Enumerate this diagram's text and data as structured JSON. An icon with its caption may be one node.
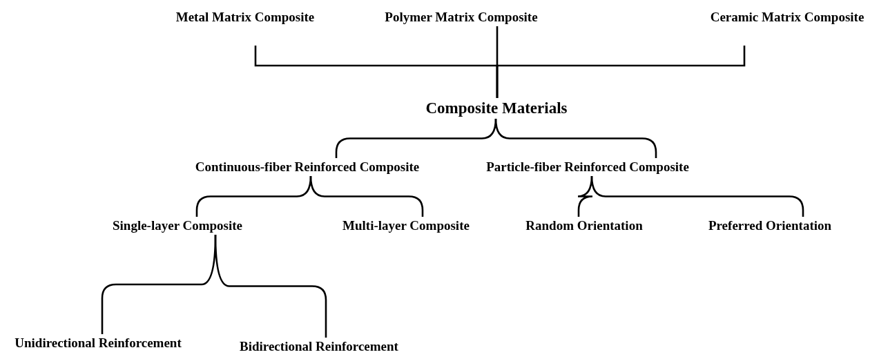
{
  "diagram": {
    "nodes": [
      {
        "text": [
          "Metal Matrix Composite"
        ]
      },
      {
        "text": [
          "Polymer Matrix Composite"
        ]
      },
      {
        "text": [
          "Ceramic Matrix Composite"
        ]
      },
      {
        "text": [
          "Composite Materials"
        ]
      },
      {
        "text": [
          "Continuous-fiber Reinforced Composite"
        ]
      },
      {
        "text": [
          "Particle-fiber Reinforced Composite"
        ]
      },
      {
        "text": [
          "Single-layer Composite"
        ]
      },
      {
        "text": [
          "Multi-layer Composite"
        ]
      },
      {
        "text": [
          "Random Orientation"
        ]
      },
      {
        "text": [
          "Preferred Orientation"
        ]
      },
      {
        "text": [
          "Unidirectional Reinforcement"
        ]
      },
      {
        "text": [
          "Bidirectional Reinforcement"
        ]
      }
    ],
    "edges": [
      {
        "from": 3,
        "to": 0,
        "arrow": "none"
      },
      {
        "from": 3,
        "to": 1,
        "arrow": "none"
      },
      {
        "from": 3,
        "to": 2,
        "arrow": "none"
      },
      {
        "from": 3,
        "to": 4,
        "arrow": "none"
      },
      {
        "from": 3,
        "to": 5,
        "arrow": "none"
      },
      {
        "from": 4,
        "to": 6,
        "arrow": "none"
      },
      {
        "from": 4,
        "to": 7,
        "arrow": "none"
      },
      {
        "from": 5,
        "to": 8,
        "arrow": "none"
      },
      {
        "from": 5,
        "to": 9,
        "arrow": "none"
      },
      {
        "from": 6,
        "to": 10,
        "arrow": "none"
      },
      {
        "from": 6,
        "to": 11,
        "arrow": "none"
      }
    ]
  }
}
